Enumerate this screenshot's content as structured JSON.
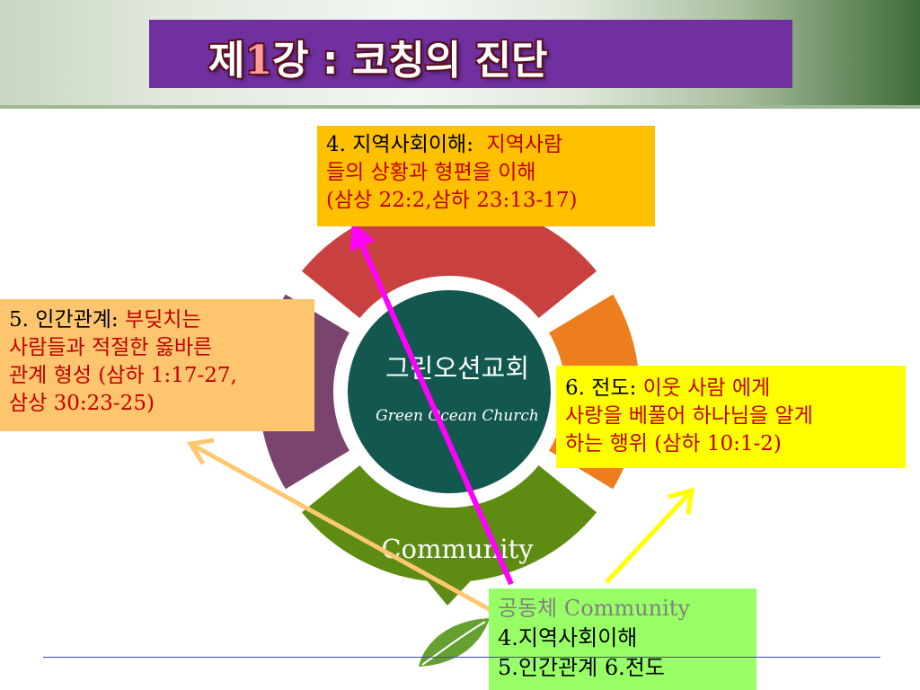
{
  "title": {
    "prefix": "제",
    "number": "1",
    "suffix": "강 : 코칭의 진단"
  },
  "center": {
    "name_ko": "그린오션교회",
    "name_en": "Green Ocean Church"
  },
  "ring": {
    "bottom_label": "Community",
    "segment_colors": [
      "#c9413f",
      "#ee7d1e",
      "#5e8c12",
      "#7b446e"
    ],
    "center_color": "#13584e"
  },
  "boxes": {
    "item4": {
      "heading": "4. 지역사회이해:",
      "desc_lines": [
        "지역사람",
        "들의 상황과 형편을 이해",
        "(삼상 22:2,삼하 23:13-17)"
      ]
    },
    "item5": {
      "heading": "5. 인간관계:",
      "desc_lines": [
        "부딪치는",
        "사람들과 적절한 옳바른",
        "관계 형성 (삼하 1:17-27,",
        "삼상 30:23-25)"
      ]
    },
    "item6": {
      "heading": "6. 전도:",
      "desc_lines": [
        "이웃 사람 에게",
        "사랑을 베풀어 하나님을 알게",
        "하는 행위 (삼하 10:1-2)"
      ]
    },
    "community": {
      "title": "공동체 Community",
      "line1": "4.지역사회이해",
      "line2": "5.인간관계 6.전도"
    }
  },
  "arrows": {
    "to_item4": "#ff00ff",
    "to_item5": "#ffc870",
    "to_item6": "#ffff00"
  },
  "leaf_color": "#66a030"
}
